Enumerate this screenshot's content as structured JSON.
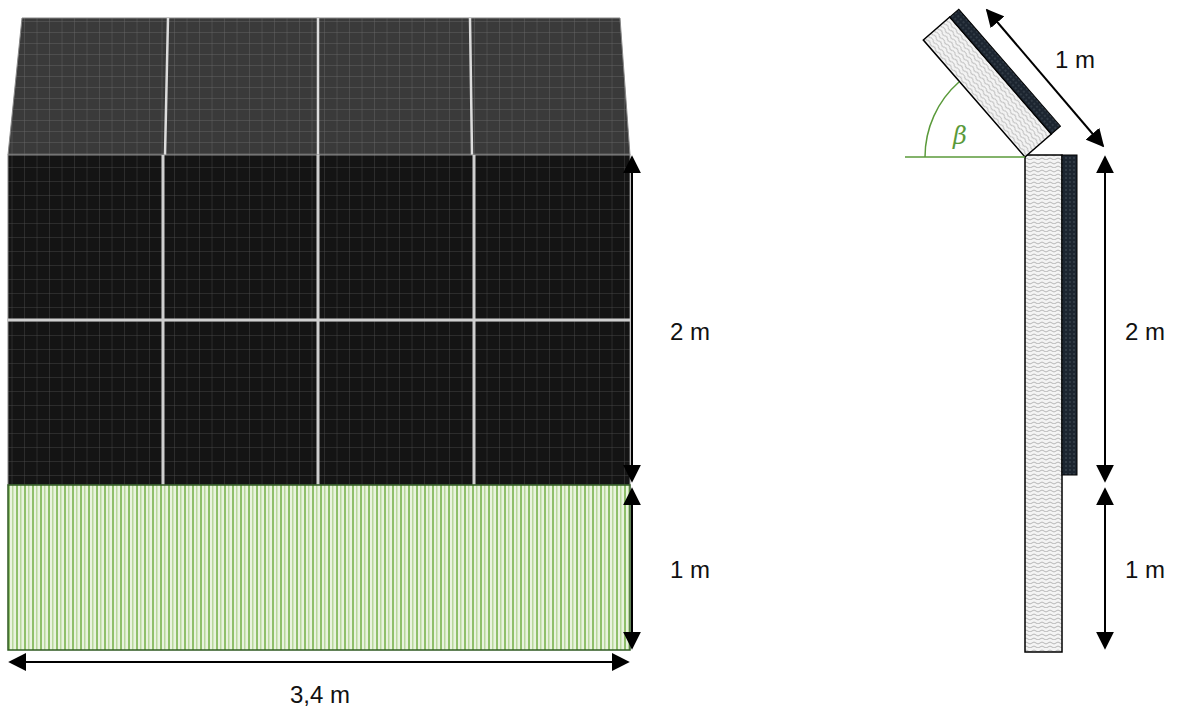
{
  "diagram": {
    "labels": [
      "1 m",
      "2 m",
      "1 m",
      "3,4 m",
      "β",
      "2 m",
      "1 m"
    ]
  }
}
